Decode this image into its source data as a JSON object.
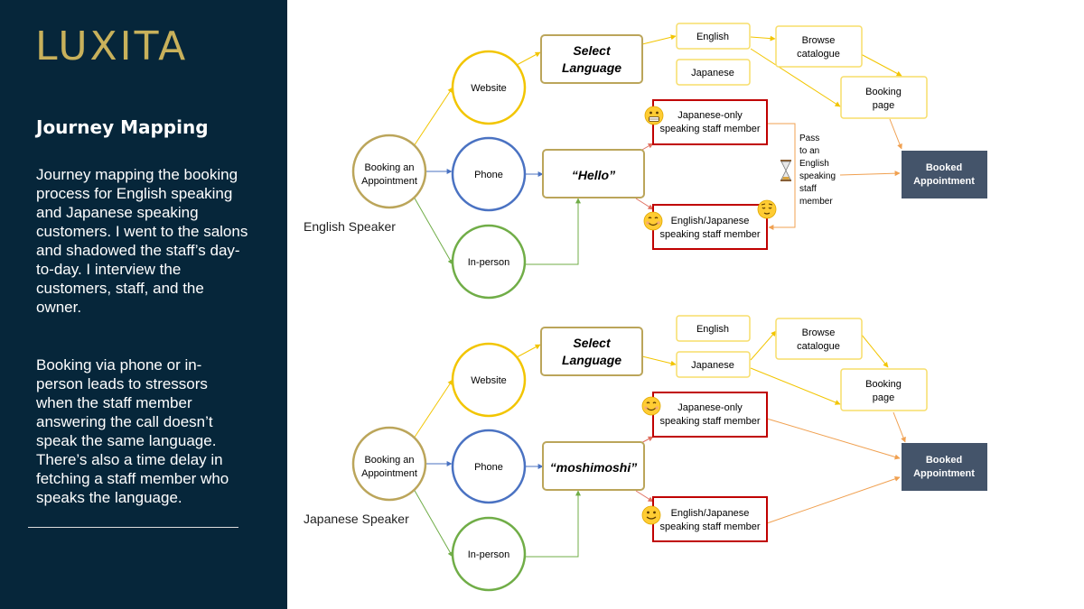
{
  "brand": {
    "name": "LUXITA"
  },
  "sidebar": {
    "title": "Journey Mapping",
    "paragraph1": "Journey mapping the booking process for English speaking and Japanese speaking customers. I went to the salons and shadowed the staff’s day-to-day. I interview the customers, staff, and the owner.",
    "paragraph2": "Booking via phone or in-person leads to stressors when the staff member answering the call doesn’t speak the same language. There’s also a time delay in fetching a staff member who speaks the language."
  },
  "colors": {
    "sidebar_bg": "#06263a",
    "brand_gold": "#c8b15b",
    "start_circle": "#bba55a",
    "website": "#f2c500",
    "phone": "#4a72c2",
    "inperson": "#70ad47",
    "staff_box": "#c00000",
    "booked_bg": "#44546a",
    "orange_arrow": "#f0a050"
  },
  "icons": {
    "stressed": "grimacing-face-icon",
    "happy": "smiling-face-icon",
    "relieved": "relieved-face-icon",
    "waiting": "hourglass-icon"
  },
  "english_map": {
    "label": "English Speaker",
    "start": [
      "Booking an",
      "Appointment"
    ],
    "website": "Website",
    "phone": "Phone",
    "inperson": "In-person",
    "select_language": [
      "Select",
      "Language"
    ],
    "greeting": "“Hello”",
    "lang_english": "English",
    "lang_japanese": "Japanese",
    "browse": [
      "Browse",
      "catalogue"
    ],
    "booking_page": [
      "Booking",
      "page"
    ],
    "staff_japanese": [
      "Japanese-only",
      "speaking staff member"
    ],
    "staff_bilingual": [
      "English/Japanese",
      "speaking staff member"
    ],
    "pass": [
      "Pass",
      "to an",
      "English",
      "speaking",
      "staff",
      "member"
    ],
    "booked": [
      "Booked",
      "Appointment"
    ]
  },
  "japanese_map": {
    "label": "Japanese Speaker",
    "start": [
      "Booking an",
      "Appointment"
    ],
    "website": "Website",
    "phone": "Phone",
    "inperson": "In-person",
    "select_language": [
      "Select",
      "Language"
    ],
    "greeting": "“moshimoshi”",
    "lang_english": "English",
    "lang_japanese": "Japanese",
    "browse": [
      "Browse",
      "catalogue"
    ],
    "booking_page": [
      "Booking",
      "page"
    ],
    "staff_japanese": [
      "Japanese-only",
      "speaking staff member"
    ],
    "staff_bilingual": [
      "English/Japanese",
      "speaking staff member"
    ],
    "booked": [
      "Booked",
      "Appointment"
    ]
  }
}
